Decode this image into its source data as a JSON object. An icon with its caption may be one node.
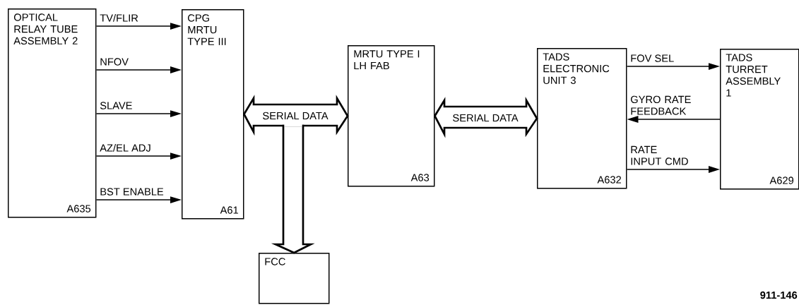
{
  "diagram": {
    "nodes": [
      {
        "text": [
          "OPTICAL RELAY TUBE ASSEMBLY 2",
          "A635"
        ]
      },
      {
        "text": [
          "CPG MRTU TYPE III",
          "A61"
        ]
      },
      {
        "text": [
          "MRTU TYPE I LH FAB",
          "A63"
        ]
      },
      {
        "text": [
          "TADS ELECTRONIC UNIT 3",
          "A632"
        ]
      },
      {
        "text": [
          "TADS TURRET ASSEMBLY 1",
          "A629"
        ]
      },
      {
        "text": [
          "FCC"
        ]
      }
    ],
    "edges": [
      {
        "from": 0,
        "to": 1,
        "arrow": "to",
        "label": "TV/FLIR"
      },
      {
        "from": 0,
        "to": 1,
        "arrow": "to",
        "label": "NFOV"
      },
      {
        "from": 0,
        "to": 1,
        "arrow": "to",
        "label": "SLAVE"
      },
      {
        "from": 0,
        "to": 1,
        "arrow": "to",
        "label": "AZ/EL ADJ"
      },
      {
        "from": 0,
        "to": 1,
        "arrow": "to",
        "label": "BST ENABLE"
      },
      {
        "from": 1,
        "to": 2,
        "arrow": "both",
        "label": "SERIAL DATA",
        "style": "thick"
      },
      {
        "from": null,
        "to": 5,
        "arrow": "to",
        "style": "thick"
      },
      {
        "from": 2,
        "to": 3,
        "arrow": "both",
        "label": "SERIAL DATA",
        "style": "thick"
      },
      {
        "from": 3,
        "to": 4,
        "arrow": "to",
        "label": "FOV SEL"
      },
      {
        "from": 4,
        "to": 3,
        "arrow": "to",
        "label": "GYRO RATE FEEDBACK"
      },
      {
        "from": 3,
        "to": 4,
        "arrow": "to",
        "label": "RATE INPUT CMD"
      }
    ],
    "labels": [
      "911-146"
    ]
  }
}
